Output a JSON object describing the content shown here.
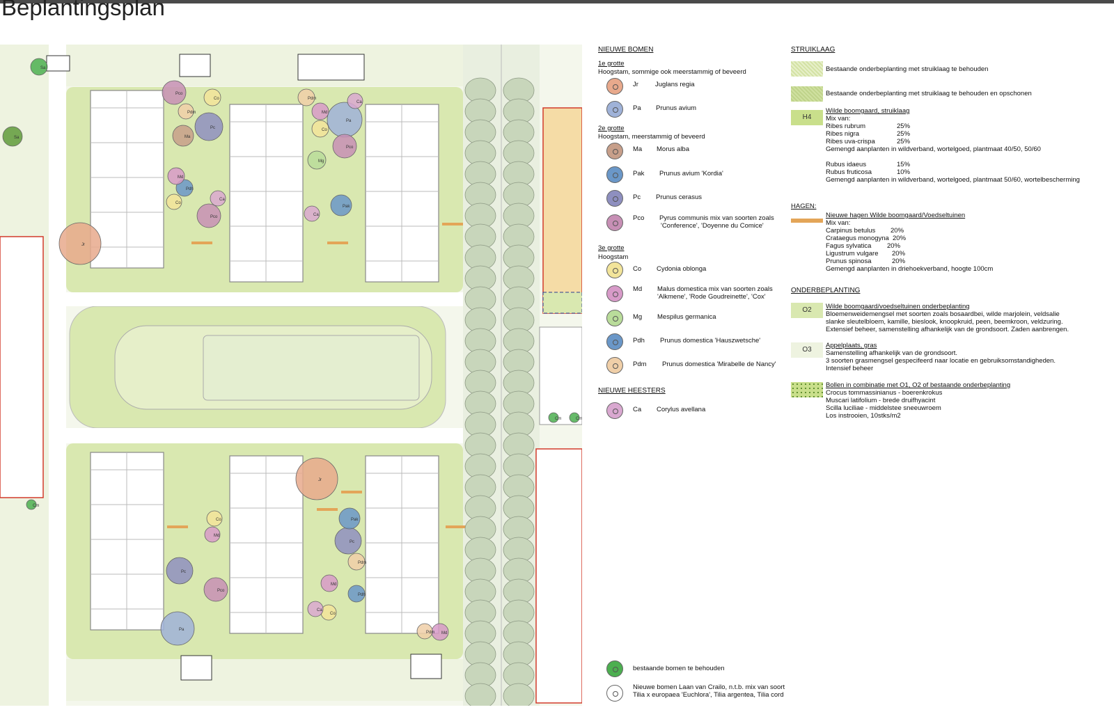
{
  "title": "Beplantingsplan",
  "colors": {
    "lawn": "#e6efc9",
    "green": "#c9df8b",
    "meadow": "#d9e8b0",
    "road": "#ffffff",
    "building": "#ffffff",
    "line": "#9a9a9a",
    "hedge": "#e3a558",
    "red": "#d23a2a",
    "blue": "#2a3d8f",
    "allotment": "#f5dca6"
  },
  "plan_labels": {
    "tree_codes": [
      "Jr",
      "Pa",
      "Ma",
      "Pak",
      "Pc",
      "Pco",
      "Co",
      "Md",
      "Mg",
      "Pdh",
      "Pdm",
      "Ca",
      "Sa",
      "Cm"
    ]
  },
  "trees": {
    "header": "NIEUWE BOMEN",
    "g1": {
      "label": "1e grotte",
      "desc": "Hoogstam, sommige ook meerstammig of beveerd",
      "items": [
        {
          "code": "Jr",
          "name": "Juglans regia",
          "color": "#e8a98c"
        },
        {
          "code": "Pa",
          "name": "Prunus avium",
          "color": "#9fb2d8"
        }
      ]
    },
    "g2": {
      "label": "2e grotte",
      "desc": "Hoogstam, meerstammig of beveerd",
      "items": [
        {
          "code": "Ma",
          "name": "Morus alba",
          "color": "#c79f8a"
        },
        {
          "code": "Pak",
          "name": "Prunus avium 'Kordia'",
          "color": "#6a97c8"
        },
        {
          "code": "Pc",
          "name": "Prunus cerasus",
          "color": "#8e8fbf"
        },
        {
          "code": "Pco",
          "name1": "Pyrus communis mix van soorten zoals",
          "name2": "'Conference', 'Doyenne du Comice'",
          "color": "#c78fb5"
        }
      ]
    },
    "g3": {
      "label": "3e grotte",
      "desc": "Hoogstam",
      "items": [
        {
          "code": "Co",
          "name": "Cydonia oblonga",
          "color": "#f2e49a"
        },
        {
          "code": "Md",
          "name1": "Malus domestica mix van soorten zoals",
          "name2": "'Alkmene', 'Rode Goudreinette', 'Cox'",
          "color": "#d79ac8"
        },
        {
          "code": "Mg",
          "name": "Mespilus germanica",
          "color": "#b9dc9a"
        },
        {
          "code": "Pdh",
          "name": "Prunus domestica 'Hauszwetsche'",
          "color": "#6a97c8"
        },
        {
          "code": "Pdm",
          "name": "Prunus domestica 'Mirabelle de Nancy'",
          "color": "#f0cfa8"
        }
      ]
    },
    "shrubs_header": "NIEUWE HEESTERS",
    "shrubs": [
      {
        "code": "Ca",
        "name": "Corylus avellana",
        "color": "#d9a8d0"
      }
    ]
  },
  "struiklaag": {
    "header": "STRUIKLAAG",
    "a": "Bestaande onderbeplanting met struiklaag te behouden",
    "b": "Bestaande onderbeplanting met struiklaag te behouden en opschonen",
    "h4": {
      "code": "H4",
      "title": "Wilde boomgaard, struiklaag",
      "mix": "Mix van:",
      "rows": [
        {
          "n": "Ribes rubrum",
          "p": "25%"
        },
        {
          "n": "Ribes nigra",
          "p": "25%"
        },
        {
          "n": "Ribes uva-crispa",
          "p": "25%"
        }
      ],
      "note1": "Gemengd aanplanten in wildverband, wortelgoed, plantmaat 40/50, 50/60",
      "rows2": [
        {
          "n": "Rubus idaeus",
          "p": "15%"
        },
        {
          "n": "Rubus fruticosa",
          "p": "10%"
        }
      ],
      "note2": "Gemengd aanplanten in wildverband, wortelgoed, plantmaat 50/60, wortelbescherming"
    }
  },
  "hagen": {
    "header": "HAGEN:",
    "title": "Nieuwe hagen Wilde boomgaard/Voedseltuinen",
    "mix": "Mix van:",
    "rows": [
      {
        "n": "Carpinus betulus",
        "p": "20%"
      },
      {
        "n": "Crataegus monogyna",
        "p": "20%"
      },
      {
        "n": "Fagus sylvatica",
        "p": "20%"
      },
      {
        "n": "Ligustrum vulgare",
        "p": "20%"
      },
      {
        "n": "Prunus spinosa",
        "p": "20%"
      }
    ],
    "note": "Gemengd aanplanten in driehoekverband, hoogte 100cm"
  },
  "onder": {
    "header": "ONDERBEPLANTING",
    "o2": {
      "code": "O2",
      "title": "Wilde boomgaard/voedseltuinen onderbeplanting",
      "l1": "Bloemenweidemengsel met soorten zoals bosaardbei, wilde marjolein, veldsalie",
      "l2": "slanke sleutelbloem, kamille, bieslook, knoopkruid, peen, beemkroon, veldzuring.",
      "l3": "Extensief beheer, samenstelling afhankelijk van de grondsoort. Zaden aanbrengen."
    },
    "o3": {
      "code": "O3",
      "title": "Appelplaats, gras",
      "l1": "Samenstelling afhankelijk van de grondsoort.",
      "l2": "3 soorten grasmengsel gespecifeerd naar locatie en gebruiksomstandigheden.",
      "l3": "Intensief beheer"
    },
    "bollen": {
      "title": "Bollen in combinatie met O1, O2 of bestaande onderbeplanting",
      "l1": "Crocus tommassinianus - boerenkrokus",
      "l2": "Muscari latifolium - brede druifhyacint",
      "l3": "Scilla luciliae - middelstee sneeuwroem",
      "l4": "Los instrooien, 10stks/m2"
    }
  },
  "bottom": {
    "existing": "bestaande bomen te behouden",
    "laan1": "Nieuwe bomen Laan van Crailo, n.t.b. mix van soort",
    "laan2": "Tilia x europaea 'Euchlora', Tilia argentea, Tilia cord"
  }
}
